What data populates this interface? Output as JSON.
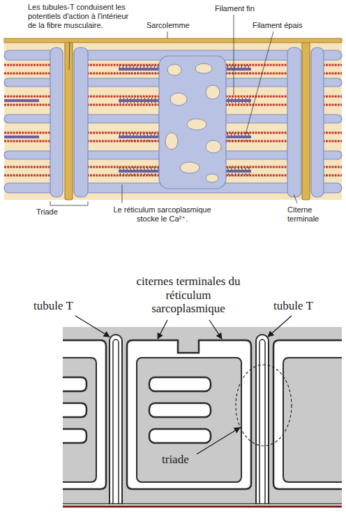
{
  "diagram": {
    "labels": [
      "Les tubules-T conduisent les potentiels d'action à l'intérieur de la fibre musculaire.",
      "Filament fin",
      "Sarcolemme",
      "Filament épais",
      "Triade",
      "Le réticulum sarcoplasmique stocke le Ca²⁺.",
      "Citerne terminale",
      "citernes terminales du réticulum sarcoplasmique",
      "tubule T",
      "tubule T",
      "triade"
    ]
  }
}
